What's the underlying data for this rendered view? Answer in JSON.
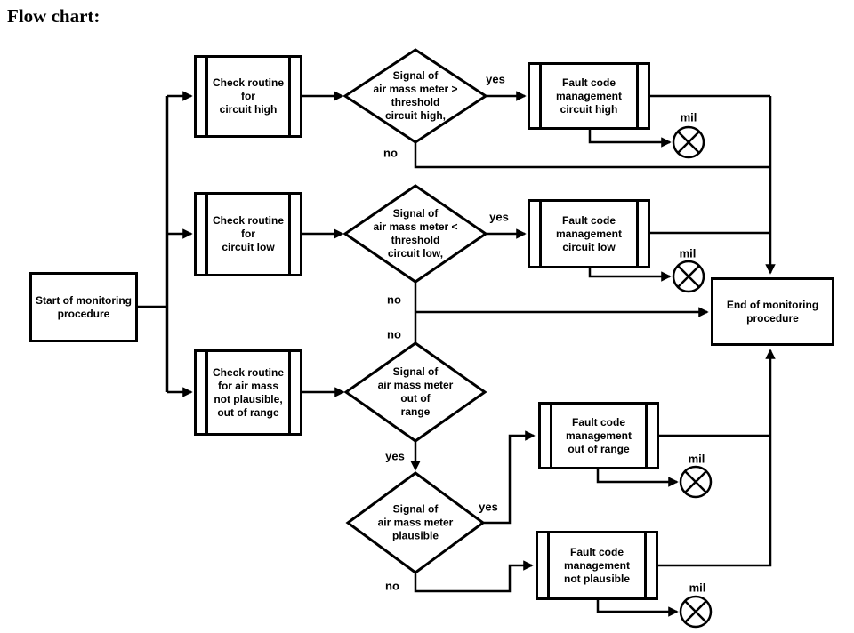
{
  "title": "Flow chart:",
  "nodes": {
    "start": "Start of monitoring\nprocedure",
    "check_circuit_high": "Check routine\nfor\ncircuit high",
    "check_circuit_low": "Check routine\nfor\ncircuit low",
    "check_range": "Check routine\nfor air mass\nnot plausible,\nout of range",
    "decision_circuit_high": "Signal of\nair mass meter >\nthreshold\ncircuit high,",
    "decision_circuit_low": "Signal of\nair mass meter <\nthreshold\ncircuit low,",
    "decision_out_of_range": "Signal of\nair mass meter\nout of\nrange",
    "decision_plausible": "Signal of\nair mass meter\nplausible",
    "fault_circuit_high": "Fault code\nmanagement\ncircuit high",
    "fault_circuit_low": "Fault code\nmanagement\ncircuit low",
    "fault_out_of_range": "Fault code\nmanagement\nout of range",
    "fault_not_plausible": "Fault code\nmanagement\nnot plausible",
    "end": "End of monitoring\nprocedure"
  },
  "edge_labels": {
    "yes": "yes",
    "no": "no",
    "mil": "mil"
  },
  "colors": {
    "line": "#000000",
    "background": "#ffffff"
  }
}
